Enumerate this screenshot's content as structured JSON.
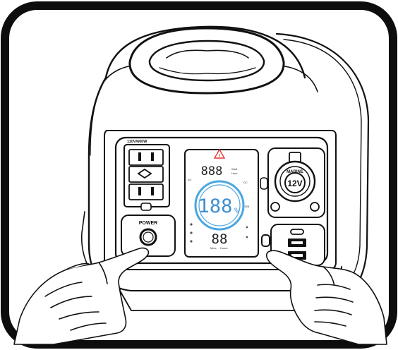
{
  "panel": {
    "ac_rating": "110V/600W",
    "power_label": "POWER",
    "marine_label": "MARINE",
    "dc_voltage": "12V"
  },
  "lcd": {
    "warning_symbol": "!",
    "top_digits": "888",
    "percent_digits": "188",
    "percent_sign": "%",
    "bottom_digits": "88",
    "bottom_caption_left": "Mins",
    "bottom_caption_right": "Hours",
    "top_caption_upper": "Watt",
    "top_caption_lower": "Hour",
    "left_ac_label": "AC",
    "left_dc_label": "DC",
    "right_usb_label": "USB"
  },
  "colors": {
    "outline": "#111111",
    "lcd_ring": "#4aa6e0",
    "lcd_digits": "#3f8fcf",
    "warning": "#e53935",
    "frame": "#0d0d0d"
  },
  "icons": [
    "warning-icon",
    "ac-outlet-icon",
    "power-button-icon",
    "cigarette-socket-icon",
    "usb-port-icon",
    "hand-icon"
  ]
}
